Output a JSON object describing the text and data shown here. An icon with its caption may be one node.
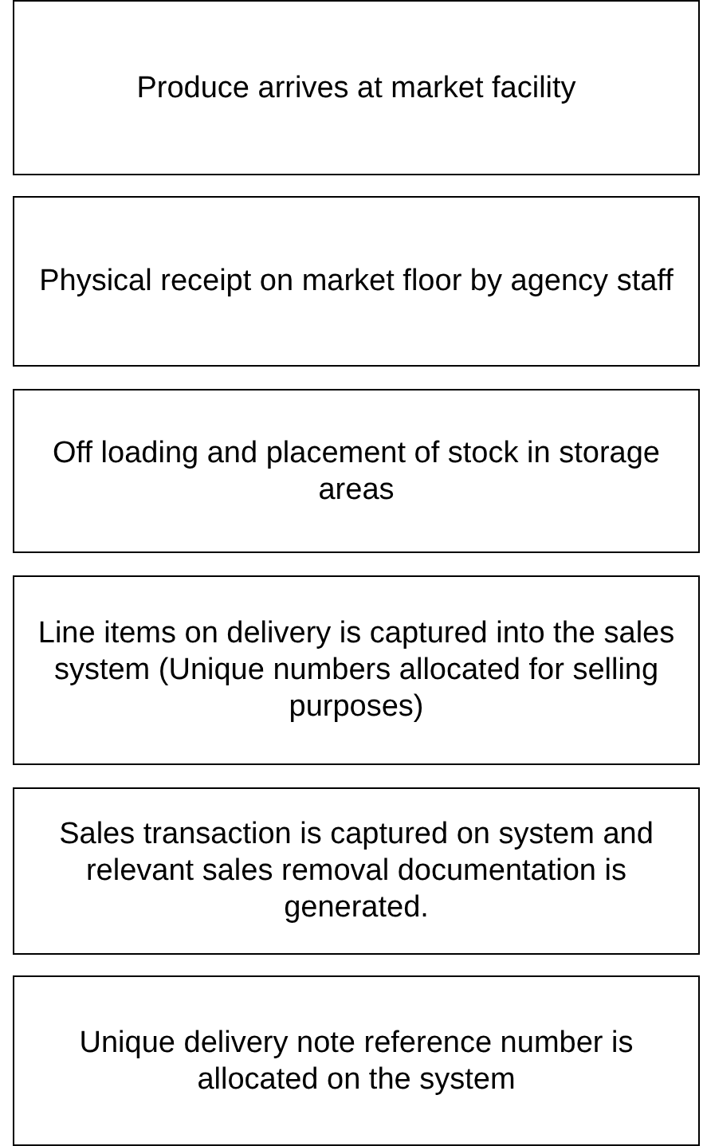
{
  "diagram": {
    "nodes": [
      {
        "text": [
          "Produce arrives at market facility"
        ]
      },
      {
        "text": [
          "Physical receipt on market floor by agency staff"
        ]
      },
      {
        "text": [
          "Off loading and placement of stock in storage areas"
        ]
      },
      {
        "text": [
          "Line items on delivery is captured into the sales system (Unique numbers allocated for selling purposes)"
        ]
      },
      {
        "text": [
          "Sales transaction is captured on system and relevant sales removal documentation is generated."
        ]
      },
      {
        "text": [
          "Unique delivery note reference number is allocated on the system"
        ]
      }
    ],
    "edges": []
  }
}
